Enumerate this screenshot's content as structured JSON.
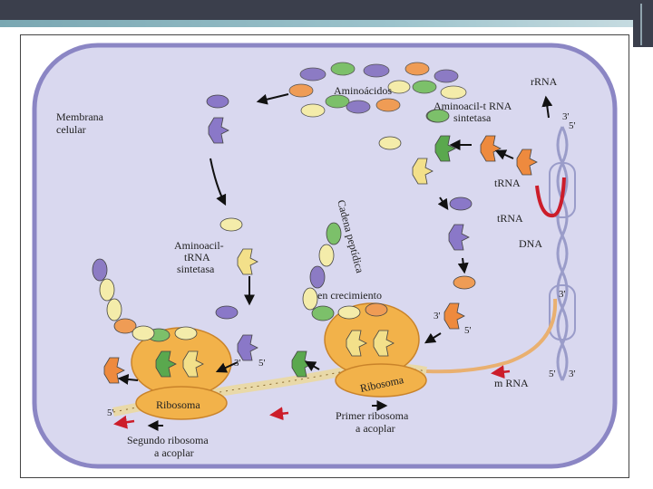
{
  "labels": {
    "membrane": [
      "Membrana",
      "celular"
    ],
    "amino_acids": "Aminoácidos",
    "synthetase_top": [
      "Aminoacil-t RNA",
      "sintetasa"
    ],
    "rrna": "rRNA",
    "prime_top": "3'",
    "five_top": "5'",
    "trna_1": "tRNA",
    "trna_2": "tRNA",
    "dna": "DNA",
    "synthetase_left": [
      "Aminoacil-",
      "tRNA",
      "sintetasa"
    ],
    "peptide_chain": "Cadena peptídica",
    "growing": "en crecimiento",
    "three_right": "3'",
    "ribosome_1": "Ribosoma",
    "ribosome_2": "Ribosoma",
    "mrna": "m RNA",
    "mrna_5": "5'",
    "mrna_3": "3'",
    "left_5": "5'",
    "trna_ends_left": [
      "3'",
      "5'"
    ],
    "trna_ends_mid": [
      "3'",
      "5'"
    ],
    "second_ribosome": [
      "Segundo ribosoma",
      "a acoplar"
    ],
    "first_ribosome": [
      "Primer ribosoma",
      "a acoplar"
    ]
  },
  "colors": {
    "cell_fill": "#d9d8ef",
    "cell_border": "#8b86c4",
    "ribosome": "#f2b24a",
    "mrna": "#e9d9a8",
    "amino_purple": "#8c7bc4",
    "amino_yellow": "#f4ecaa",
    "amino_orange": "#ef9c55",
    "amino_green": "#7cc06a",
    "trna_purple": "#8a78c8",
    "trna_green": "#5aa84e",
    "trna_orange": "#ee8a3e",
    "trna_yellow": "#f3e08a",
    "dna": "#9a9cc9",
    "arrow_red": "#cc1d2a"
  }
}
